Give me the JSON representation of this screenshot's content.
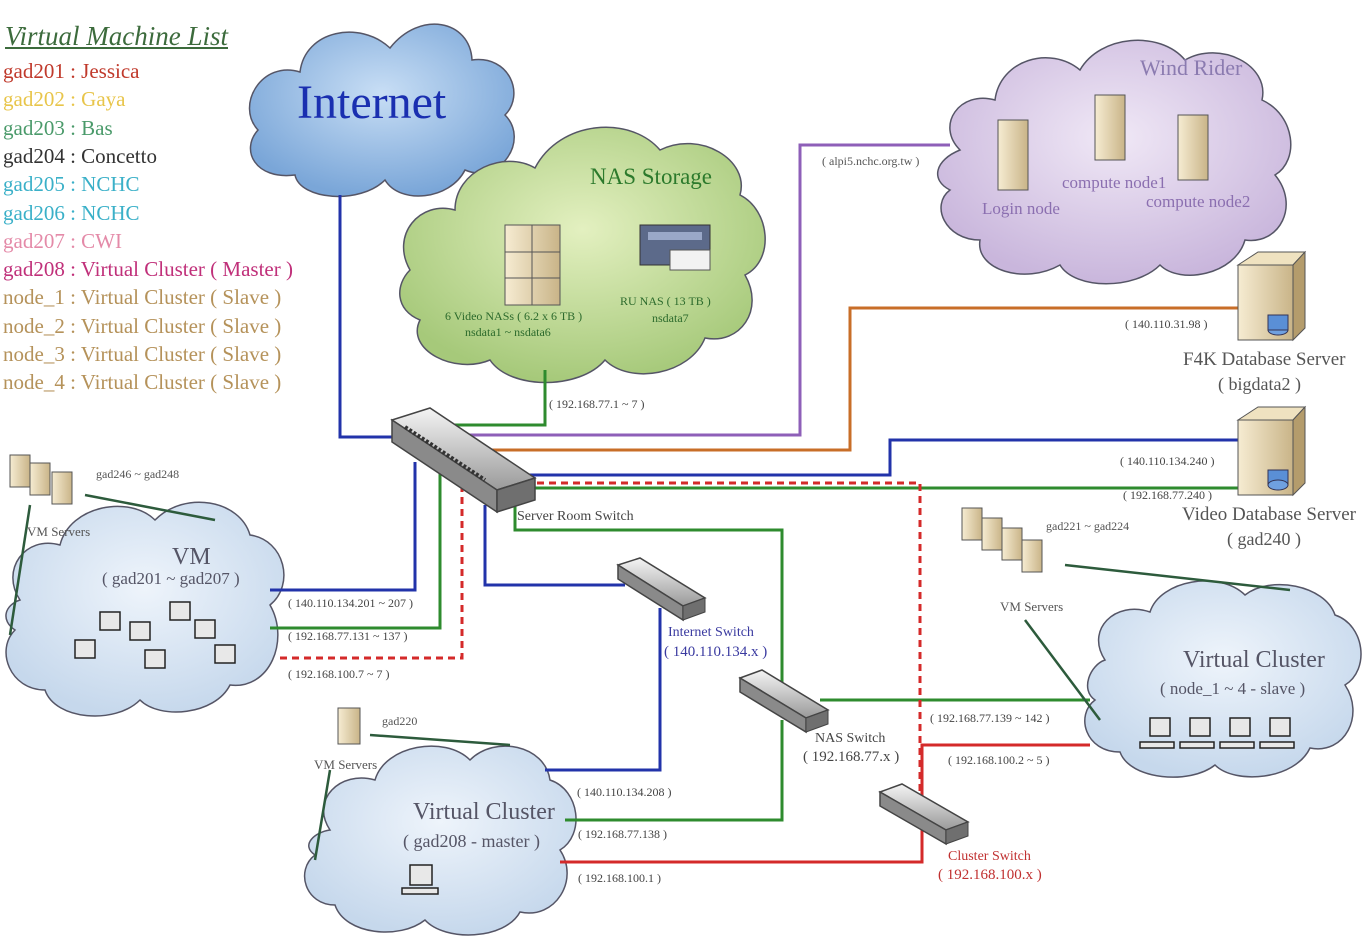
{
  "legend": {
    "title": "Virtual Machine List",
    "items": [
      {
        "text": "gad201 : Jessica",
        "color": "#c0392b"
      },
      {
        "text": "gad202 : Gaya",
        "color": "#e8c54a"
      },
      {
        "text": "gad203 : Bas",
        "color": "#4a9a6a"
      },
      {
        "text": "gad204 : Concetto",
        "color": "#333333"
      },
      {
        "text": "gad205 : NCHC",
        "color": "#3ab0c8"
      },
      {
        "text": "gad206 : NCHC",
        "color": "#3ab0c8"
      },
      {
        "text": "gad207 : CWI",
        "color": "#e48aa8"
      },
      {
        "text": "gad208 : Virtual Cluster ( Master )",
        "color": "#c0307a"
      },
      {
        "text": "node_1 : Virtual Cluster ( Slave )",
        "color": "#b5925a"
      },
      {
        "text": "node_2 : Virtual Cluster ( Slave )",
        "color": "#b5925a"
      },
      {
        "text": "node_3 : Virtual Cluster ( Slave )",
        "color": "#b5925a"
      },
      {
        "text": "node_4 : Virtual Cluster ( Slave )",
        "color": "#b5925a"
      }
    ]
  },
  "clouds": {
    "internet": {
      "title": "Internet"
    },
    "nas": {
      "title": "NAS Storage",
      "video_nas": "6 Video NASs ( 6.2 x 6 TB )",
      "video_nas_names": "nsdata1 ~ nsdata6",
      "ru_nas": "RU NAS ( 13 TB )",
      "ru_nas_name": "nsdata7"
    },
    "windrider": {
      "title": "Wind Rider",
      "login": "Login node",
      "compute1": "compute node1",
      "compute2": "compute node2"
    },
    "vm": {
      "title": "VM",
      "subtitle": "( gad201 ~ gad207 )"
    },
    "vc_master": {
      "title": "Virtual Cluster",
      "subtitle": "( gad208 - master )"
    },
    "vc_slave": {
      "title": "Virtual Cluster",
      "subtitle": "( node_1 ~ 4  -  slave )"
    }
  },
  "servers": {
    "f4k": {
      "name": "F4K Database Server",
      "host": "( bigdata2 )",
      "ip": "( 140.110.31.98 )"
    },
    "video": {
      "name": "Video Database Server",
      "host": "( gad240 )",
      "ip1": "( 140.110.134.240 )",
      "ip2": "( 192.168.77.240 )"
    },
    "vm_servers_left": {
      "label": "VM Servers",
      "range": "gad246 ~ gad248"
    },
    "vm_servers_right": {
      "label": "VM Servers",
      "range": "gad221 ~ gad224"
    },
    "vm_servers_bottom": {
      "label": "VM Servers",
      "range": "gad220"
    }
  },
  "switches": {
    "server_room": "Server Room Switch",
    "internet": {
      "name": "Internet Switch",
      "subnet": "( 140.110.134.x )"
    },
    "nas": {
      "name": "NAS Switch",
      "subnet": "( 192.168.77.x )"
    },
    "cluster": {
      "name": "Cluster Switch",
      "subnet": "( 192.168.100.x )"
    }
  },
  "links": {
    "nas_storage": "( 192.168.77.1 ~ 7 )",
    "windrider": "( alpi5.nchc.org.tw )",
    "vm_internet": "( 140.110.134.201 ~ 207 )",
    "vm_nas": "( 192.168.77.131 ~ 137 )",
    "vm_cluster": "( 192.168.100.7 ~ 7 )",
    "master_internet": "( 140.110.134.208 )",
    "master_nas": "( 192.168.77.138 )",
    "master_cluster": "( 192.168.100.1 )",
    "slave_nas": "( 192.168.77.139 ~ 142 )",
    "slave_cluster": "( 192.168.100.2 ~ 5 )"
  },
  "colors": {
    "internet_line": "#2233aa",
    "nas_line": "#2e8b2e",
    "cluster_line": "#d42a2a",
    "windrider_line": "#8e5fb8",
    "f4k_line": "#c86e28",
    "internet_text": "#1a2fb0",
    "switch_text": "#3a3aa0"
  }
}
